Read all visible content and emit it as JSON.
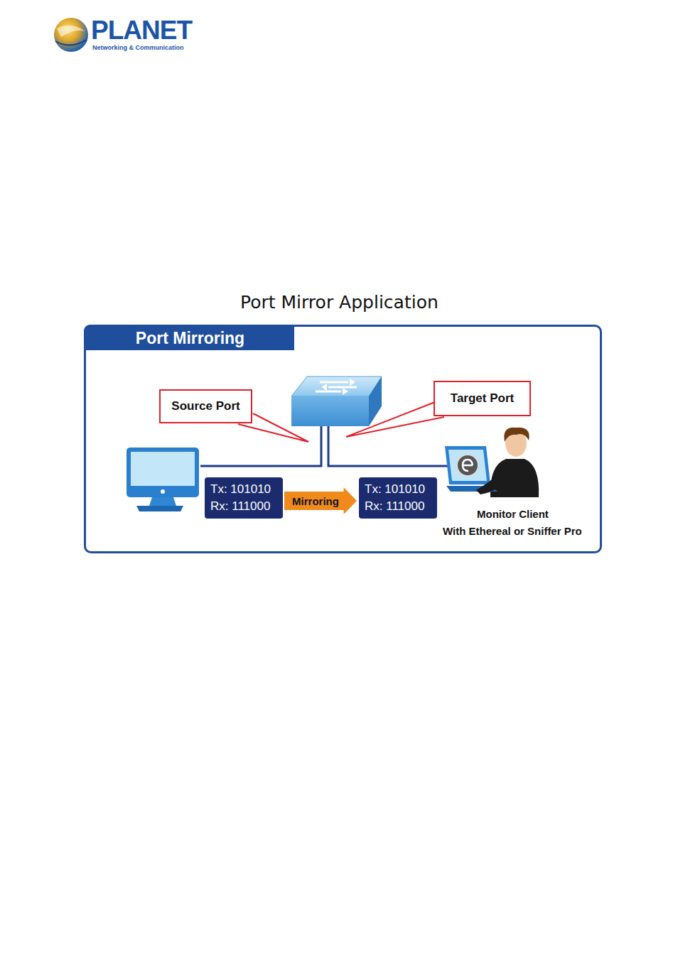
{
  "diagram": {
    "title": "Port Mirror Application",
    "nodes": [
      {
        "text": [
          "Port Mirroring"
        ]
      },
      {
        "text": [
          "Source Port"
        ],
        "in": 0
      },
      {
        "text": [
          "Target Port"
        ],
        "in": 0
      },
      {
        "text": [
          "Tx: 101010",
          "Rx: 111000"
        ],
        "in": 0
      },
      {
        "text": [
          "Mirroring"
        ],
        "in": 0
      },
      {
        "text": [
          "Tx: 101010",
          "Rx: 111000"
        ],
        "in": 0
      }
    ],
    "labels": [
      "PLANET",
      "Networking & Communication",
      "Monitor Client",
      "With Ethereal or Sniffer Pro"
    ]
  }
}
